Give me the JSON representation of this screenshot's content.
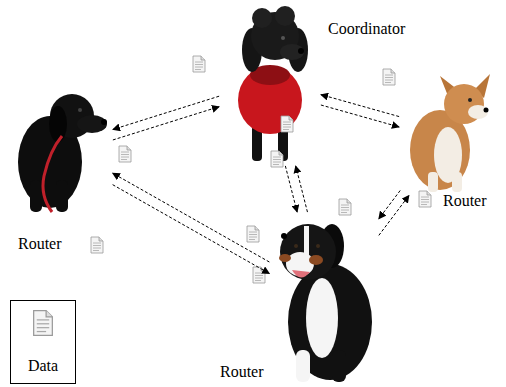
{
  "diagram": {
    "nodes": [
      {
        "text": [
          "Coordinator"
        ]
      },
      {
        "text": [
          "Router"
        ]
      },
      {
        "text": [
          "Router"
        ]
      },
      {
        "text": [
          "Router"
        ]
      }
    ],
    "edges": [
      {
        "from": 0,
        "to": 1,
        "arrow": "to"
      },
      {
        "from": 1,
        "to": 0,
        "arrow": "to"
      },
      {
        "from": 0,
        "to": 2,
        "arrow": "to"
      },
      {
        "from": 2,
        "to": 0,
        "arrow": "to"
      },
      {
        "from": 0,
        "to": 3,
        "arrow": "to"
      },
      {
        "from": 3,
        "to": 0,
        "arrow": "to"
      },
      {
        "from": 1,
        "to": 3,
        "arrow": "to"
      },
      {
        "from": 3,
        "to": 1,
        "arrow": "to"
      },
      {
        "from": 2,
        "to": 3,
        "arrow": "to"
      },
      {
        "from": 3,
        "to": 2,
        "arrow": "to"
      }
    ],
    "legend": [
      {
        "text": "Data"
      }
    ]
  }
}
